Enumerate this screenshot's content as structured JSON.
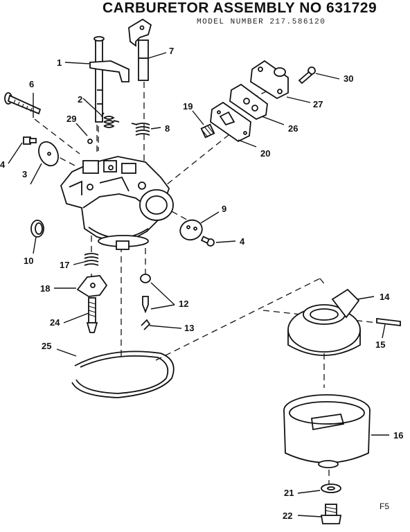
{
  "header": {
    "title": "CARBURETOR ASSEMBLY NO 631729",
    "model_line": "MODEL NUMBER  217.586120"
  },
  "figure_id": "F5",
  "callouts": {
    "c1": "1",
    "c2": "2",
    "c3": "3",
    "c4a": "4",
    "c4b": "4",
    "c6": "6",
    "c7": "7",
    "c8": "8",
    "c9": "9",
    "c10": "10",
    "c12": "12",
    "c13": "13",
    "c14": "14",
    "c15": "15",
    "c16": "16",
    "c17": "17",
    "c18": "18",
    "c19": "19",
    "c20": "20",
    "c21": "21",
    "c22": "22",
    "c24": "24",
    "c25": "25",
    "c26": "26",
    "c27": "27",
    "c29": "29",
    "c30": "30"
  }
}
